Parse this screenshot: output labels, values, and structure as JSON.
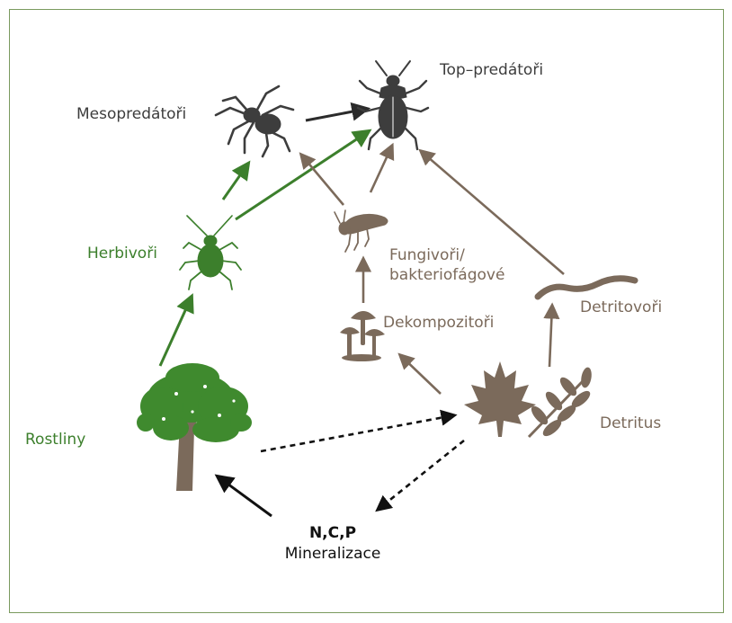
{
  "labels": {
    "top_predators": "Top–predátoři",
    "mesopredators": "Mesopredátoři",
    "herbivores": "Herbivoři",
    "fungivores": "Fungivoři/",
    "bacteriophages": "bakteriofágové",
    "decomposers": "Dekompozitoři",
    "detritivores": "Detritovoři",
    "detritus": "Detritus",
    "plants": "Rostliny",
    "nutrients": "N,C,P",
    "mineralization": "Mineralizace"
  },
  "colors": {
    "frame": "#7a9a5e",
    "predator": "#3d3d3d",
    "herbivore": "#3c7f2c",
    "plant": "#3f8a2e",
    "brown": "#7b6a5b",
    "arrow_dark": "#2b2b2b"
  },
  "icons": [
    "beetle-icon",
    "spider-icon",
    "aphid-icon",
    "springtail-icon",
    "mushroom-icon",
    "worm-icon",
    "maple-leaf-icon",
    "leaf-branch-icon",
    "tree-icon"
  ]
}
